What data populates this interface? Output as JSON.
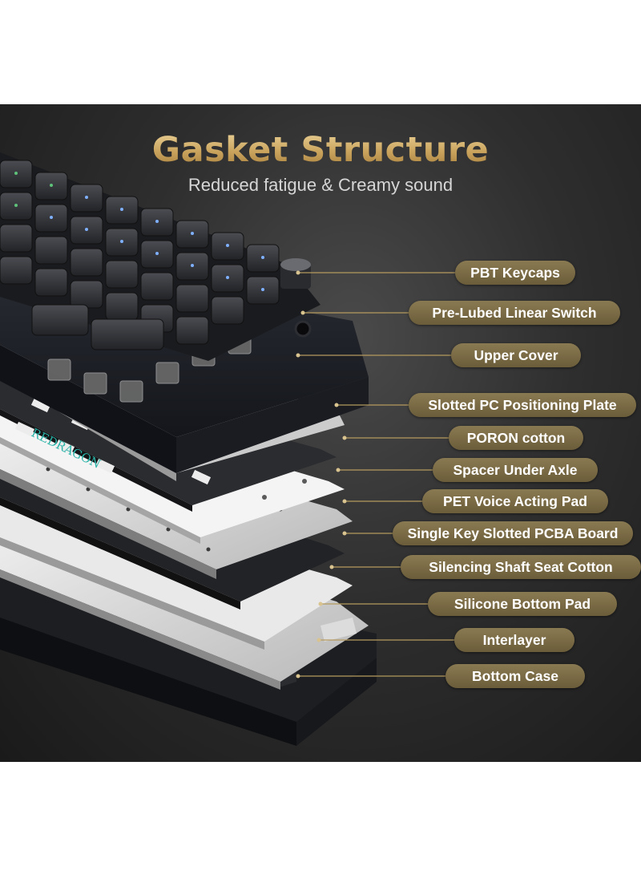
{
  "headline": {
    "part1": "Gasket",
    "part2": "Structure"
  },
  "subheadline": "Reduced fatigue & Creamy sound",
  "brand_mark": "REDRAGON",
  "layers": [
    "PBT Keycaps",
    "Pre-Lubed Linear Switch",
    "Upper Cover",
    "Slotted PC Positioning Plate",
    "PORON cotton",
    "Spacer Under Axle",
    "PET Voice Acting Pad",
    "Single Key Slotted PCBA Board",
    "Silencing Shaft Seat Cotton",
    "Silicone Bottom Pad",
    "Interlayer",
    "Bottom Case"
  ],
  "colors": {
    "label_bg": "#7a6b45",
    "headline_gold": "#c9a35c",
    "leader_line": "#b59a5e"
  }
}
